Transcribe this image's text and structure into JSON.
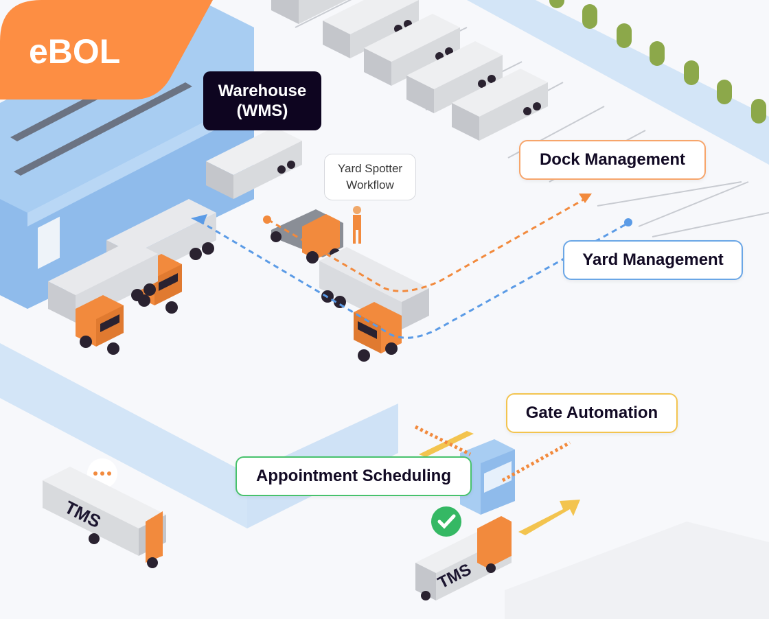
{
  "badge": {
    "title": "eBOL",
    "color": "#fd8e43"
  },
  "warehouse": {
    "line1": "Warehouse",
    "line2": "(WMS)"
  },
  "bubble": {
    "line1": "Yard Spotter",
    "line2": "Workflow"
  },
  "labels": {
    "dock": {
      "text": "Dock Management",
      "border": "#f7a56b"
    },
    "yard": {
      "text": "Yard Management",
      "border": "#6aa6e6"
    },
    "gate": {
      "text": "Gate Automation",
      "border": "#f3c44f"
    },
    "appointment": {
      "text": "Appointment Scheduling",
      "border": "#47c26c"
    }
  },
  "trailers": {
    "tms_label": "TMS"
  },
  "colors": {
    "orange": "#f28a3d",
    "blue_path": "#5b9be6",
    "lane": "#d3e5f7",
    "warehouse": "#9dc6ef",
    "green_check": "#35b864",
    "yellow": "#f3c44f"
  }
}
